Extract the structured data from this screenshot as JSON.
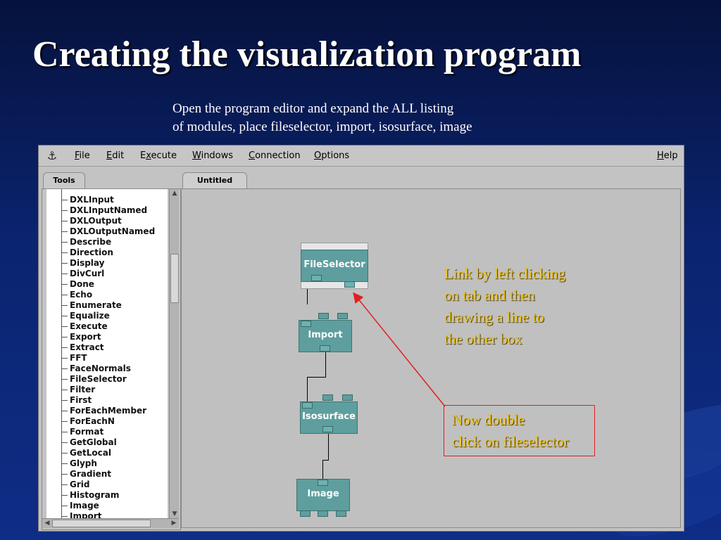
{
  "slide": {
    "title": "Creating the visualization program",
    "subtitle_lines": [
      "Open the program editor and expand the ALL listing",
      "of modules, place fileselector, import, isosurface, image"
    ]
  },
  "app": {
    "menu": {
      "logo_icon": "anchor-icon",
      "items": [
        {
          "pre": "",
          "u": "F",
          "post": "ile"
        },
        {
          "pre": "",
          "u": "E",
          "post": "dit"
        },
        {
          "pre": "E",
          "u": "x",
          "post": "ecute"
        },
        {
          "pre": "",
          "u": "W",
          "post": "indows"
        },
        {
          "pre": "",
          "u": "C",
          "post": "onnection"
        },
        {
          "pre": "",
          "u": "O",
          "post": "ptions"
        }
      ],
      "help": {
        "pre": "",
        "u": "H",
        "post": "elp"
      }
    },
    "tools_tab_label": "Tools",
    "canvas_tab_label": "Untitled",
    "tools_items": [
      "DXLInput",
      "DXLInputNamed",
      "DXLOutput",
      "DXLOutputNamed",
      "Describe",
      "Direction",
      "Display",
      "DivCurl",
      "Done",
      "Echo",
      "Enumerate",
      "Equalize",
      "Execute",
      "Export",
      "Extract",
      "FFT",
      "FaceNormals",
      "FileSelector",
      "Filter",
      "First",
      "ForEachMember",
      "ForEachN",
      "Format",
      "GetGlobal",
      "GetLocal",
      "Glyph",
      "Gradient",
      "Grid",
      "Histogram",
      "Image",
      "Import"
    ],
    "modules": {
      "fileselector": "FileSelector",
      "import": "Import",
      "isosurface": "Isosurface",
      "image": "Image"
    }
  },
  "notes": {
    "link_lines": [
      "Link by left clicking",
      "on tab and then",
      "drawing a line to",
      "the other box"
    ],
    "double_click_lines": [
      "Now double",
      "click on fileselector"
    ]
  },
  "colors": {
    "module": "#5e9e9e",
    "note_text": "#f2c820",
    "annotation": "#e02020"
  }
}
